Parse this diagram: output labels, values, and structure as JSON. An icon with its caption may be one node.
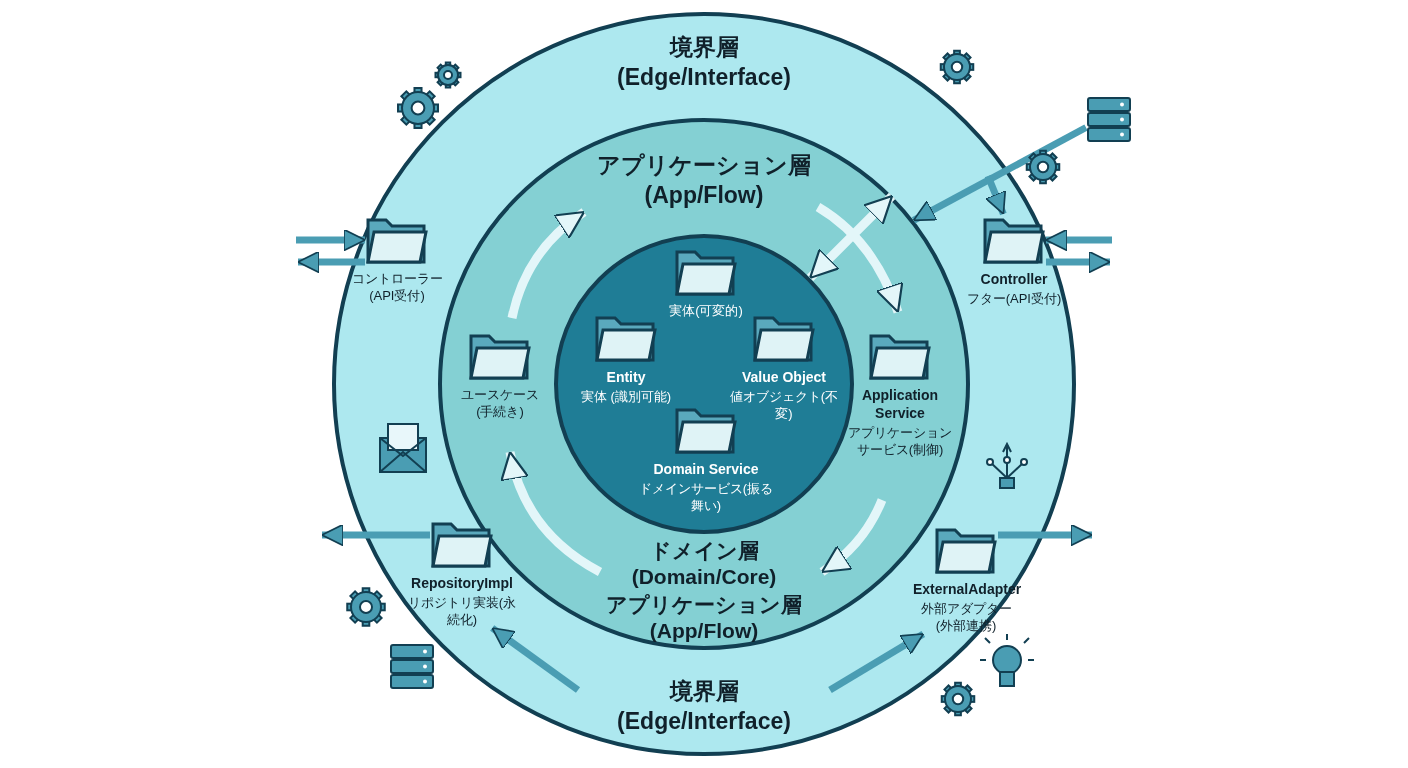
{
  "diagram": {
    "nodes": [
      {
        "text": [
          "境界層 (Edge/Interface)",
          "境界層 (Edge/Interface)"
        ]
      },
      {
        "text": [
          "アプリケーション層 (App/Flow)",
          "アプリケーション層 (App/Flow)"
        ],
        "in": 0
      },
      {
        "text": [
          "ドメイン層 (Domain/Core)"
        ],
        "in": 1
      },
      {
        "text": [
          "実体(可変的)"
        ],
        "in": 2
      },
      {
        "text": [
          "Entity",
          "実体 (識別可能)"
        ],
        "in": 2
      },
      {
        "text": [
          "Value Object",
          "値オブジェクト(不変)"
        ],
        "in": 2
      },
      {
        "text": [
          "Domain Service",
          "ドメインサービス(振る舞い)"
        ],
        "in": 2
      },
      {
        "text": [
          "ユースケース(手続き)"
        ],
        "in": 1
      },
      {
        "text": [
          "Application Service",
          "アプリケーションサービス(制御)"
        ],
        "in": 1
      },
      {
        "text": [
          "コントローラー(API受付)"
        ],
        "in": 0
      },
      {
        "text": [
          "Controller",
          "フター(API受付)"
        ],
        "in": 0
      },
      {
        "text": [
          "RepositoryImpl",
          "リポジトリ実装(永続化)"
        ],
        "in": 0
      },
      {
        "text": [
          "ExternalAdapter",
          "外部アダプター(外部連携)"
        ],
        "in": 0
      },
      {
        "text": [],
        "shape": "server"
      }
    ],
    "edges": [
      {
        "from": 2,
        "to": 1,
        "arrow": "both",
        "color": "#e3f6f9"
      },
      {
        "from": 13,
        "to": 1,
        "arrow": "to"
      },
      {
        "from": null,
        "to": 10,
        "arrow": "to"
      },
      {
        "from": null,
        "to": 9,
        "arrow": "to"
      },
      {
        "from": 9,
        "to": null,
        "arrow": "to"
      },
      {
        "from": null,
        "to": 10,
        "arrow": "to"
      },
      {
        "from": 10,
        "to": null,
        "arrow": "to"
      },
      {
        "from": 11,
        "to": null,
        "arrow": "to"
      },
      {
        "from": null,
        "to": 11,
        "arrow": "to"
      },
      {
        "from": 12,
        "to": null,
        "arrow": "to"
      },
      {
        "from": null,
        "to": 12,
        "arrow": "to"
      }
    ]
  }
}
